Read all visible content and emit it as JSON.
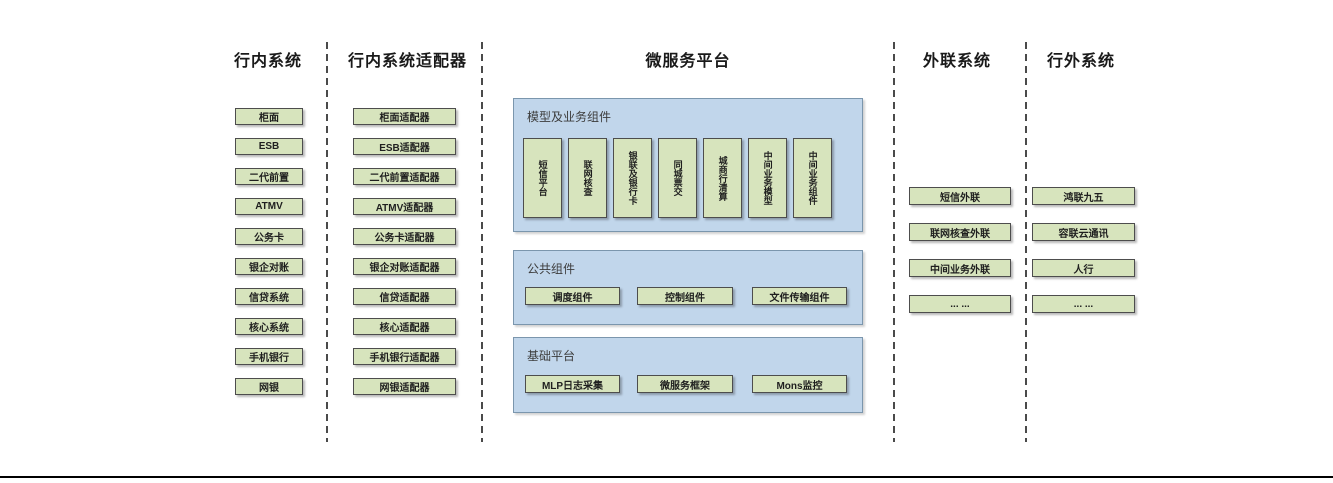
{
  "colors": {
    "green_fill": "#d7e4bd",
    "green_border": "#4d4d4d",
    "blue_fill": "#c1d6eb",
    "blue_border": "#7b96ad",
    "dash_color": "#4a4a4a"
  },
  "columns": [
    {
      "title": "行内系统",
      "items": [
        "柜面",
        "ESB",
        "二代前置",
        "ATMV",
        "公务卡",
        "银企对账",
        "信贷系统",
        "核心系统",
        "手机银行",
        "网银"
      ]
    },
    {
      "title": "行内系统适配器",
      "items": [
        "柜面适配器",
        "ESB适配器",
        "二代前置适配器",
        "ATMV适配器",
        "公务卡适配器",
        "银企对账适配器",
        "信贷适配器",
        "核心适配器",
        "手机银行适配器",
        "网银适配器"
      ]
    },
    {
      "title": "外联系统",
      "items": [
        "短信外联",
        "联网核查外联",
        "中间业务外联",
        "... ..."
      ]
    },
    {
      "title": "行外系统",
      "items": [
        "鸿联九五",
        "容联云通讯",
        "人行",
        "... ..."
      ]
    }
  ],
  "platform": {
    "title": "微服务平台",
    "sections": [
      {
        "label": "模型及业务组件",
        "items": [
          "短信平台",
          "联网核查",
          "银联及银行卡",
          "同城票交",
          "城商行清算",
          "中间业务模型",
          "中间业务组件"
        ]
      },
      {
        "label": "公共组件",
        "items": [
          "调度组件",
          "控制组件",
          "文件传输组件"
        ]
      },
      {
        "label": "基础平台",
        "items": [
          "MLP日志采集",
          "微服务框架",
          "Mons监控"
        ]
      }
    ]
  }
}
